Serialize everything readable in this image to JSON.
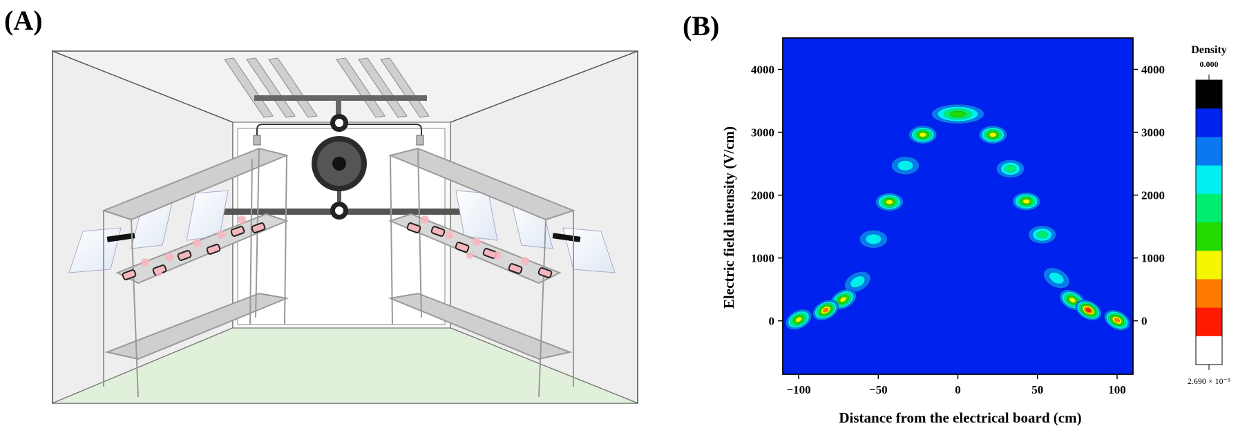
{
  "panels": {
    "a_label": "(A)",
    "b_label": "(B)"
  },
  "chart_data": {
    "type": "contour",
    "xlabel": "Distance from the electrical board (cm)",
    "ylabel": "Electric field intensity (V/cm)",
    "xlim": [
      -110,
      110
    ],
    "ylim": [
      -850,
      4500
    ],
    "x_ticks": [
      -100,
      -50,
      0,
      50,
      100
    ],
    "y_ticks": [
      0,
      1000,
      2000,
      3000,
      4000
    ],
    "grid": false,
    "background_color": "#0022ee",
    "blobs": [
      {
        "x": 0,
        "y": 3290,
        "peak": "yellow-green"
      },
      {
        "x": -22,
        "y": 2960,
        "peak": "yellow"
      },
      {
        "x": 22,
        "y": 2960,
        "peak": "yellow"
      },
      {
        "x": -33,
        "y": 2470,
        "peak": "cyan"
      },
      {
        "x": 33,
        "y": 2420,
        "peak": "green"
      },
      {
        "x": -43,
        "y": 1890,
        "peak": "yellow"
      },
      {
        "x": 43,
        "y": 1900,
        "peak": "yellow"
      },
      {
        "x": -53,
        "y": 1300,
        "peak": "cyan"
      },
      {
        "x": 53,
        "y": 1370,
        "peak": "green"
      },
      {
        "x": -63,
        "y": 620,
        "peak": "cyan"
      },
      {
        "x": 62,
        "y": 680,
        "peak": "cyan"
      },
      {
        "x": -72,
        "y": 340,
        "peak": "yellow"
      },
      {
        "x": 72,
        "y": 330,
        "peak": "yellow"
      },
      {
        "x": -83,
        "y": 170,
        "peak": "orange"
      },
      {
        "x": 82,
        "y": 170,
        "peak": "red"
      },
      {
        "x": -100,
        "y": 20,
        "peak": "yellow"
      },
      {
        "x": 100,
        "y": 10,
        "peak": "orange"
      }
    ],
    "colorbar": {
      "title": "Density",
      "top_label": "0.000",
      "bottom_label": "2.690 × 10⁻⁵",
      "colors": [
        "#000000",
        "#0022ee",
        "#0a78f0",
        "#00f0f0",
        "#00ee70",
        "#22d900",
        "#f6f600",
        "#ff7a00",
        "#ff1a00",
        "#ffffff"
      ]
    }
  }
}
